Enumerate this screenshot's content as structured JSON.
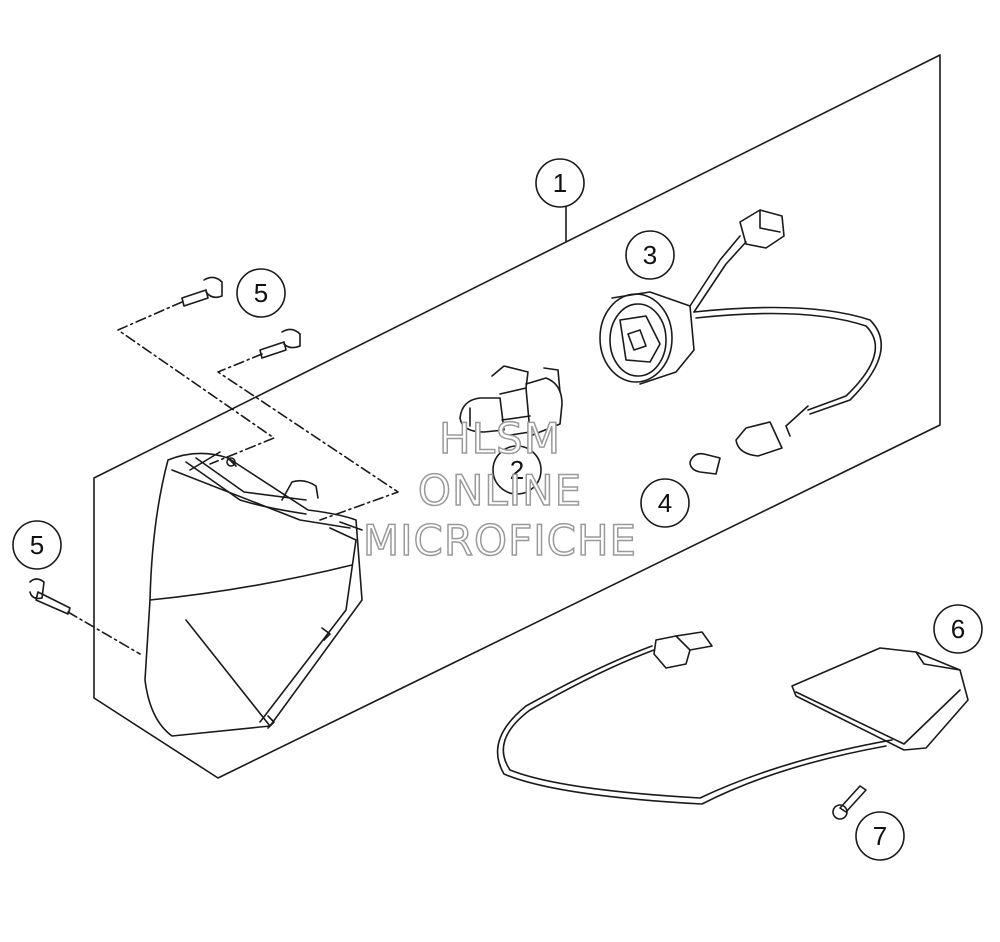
{
  "callouts": [
    {
      "label": "1"
    },
    {
      "label": "2"
    },
    {
      "label": "3"
    },
    {
      "label": "4"
    },
    {
      "label": "5"
    },
    {
      "label": "5"
    },
    {
      "label": "6"
    },
    {
      "label": "7"
    }
  ],
  "watermark": {
    "line1": "HLSM",
    "line2": "ONLINE",
    "line3": "MICROFICHE"
  },
  "colors": {
    "line": "#1a1a1a",
    "watermark_stroke": "#9a9a9a"
  }
}
